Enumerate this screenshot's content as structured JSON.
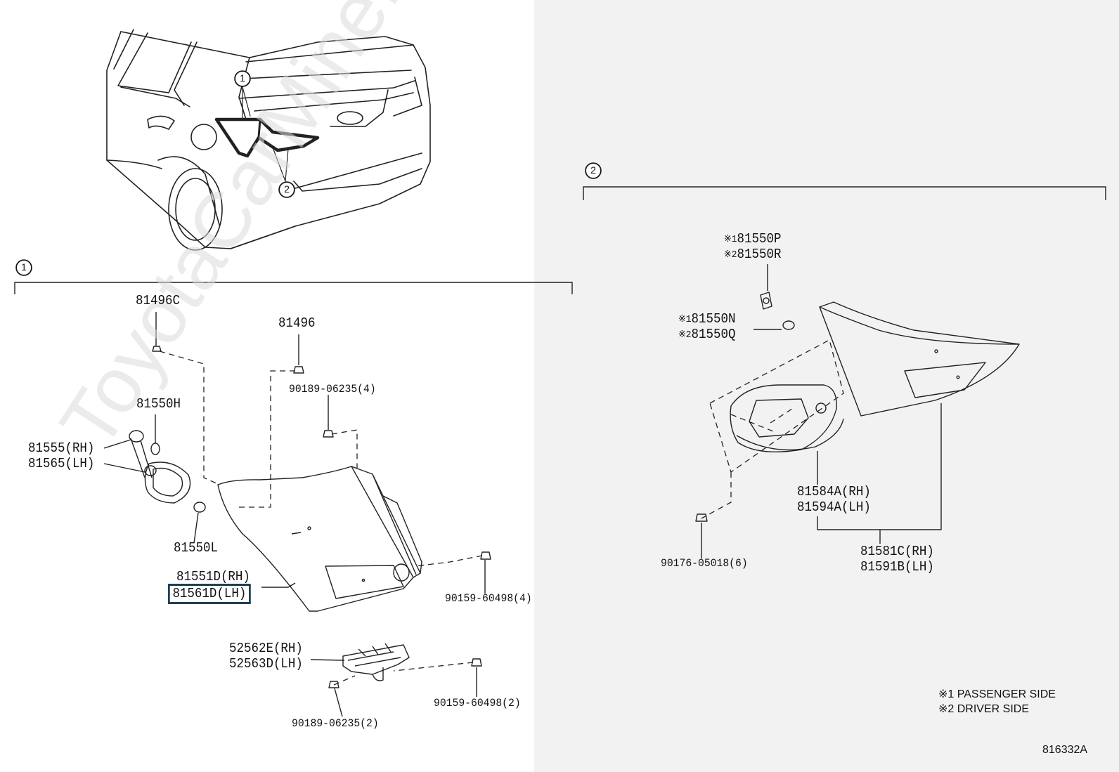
{
  "watermark": "ToyotaCarMine.ru",
  "colors": {
    "right_panel_bg": "#f2f2f2",
    "line": "#222222",
    "highlight_box": "#1f3f52"
  },
  "callouts": {
    "c1": "1",
    "c2": "2"
  },
  "section1": {
    "marker": "1",
    "labels": {
      "p81496C": "81496C",
      "p81496": "81496",
      "p90189_06235_4": "90189-06235(4)",
      "p81550H": "81550H",
      "p81555_rh": "81555(RH)",
      "p81565_lh": "81565(LH)",
      "p81550L": "81550L",
      "p81551D_rh": "81551D(RH)",
      "p81561D_lh": "81561D(LH)",
      "p90159_60498_4": "90159-60498(4)",
      "p52562E_rh": "52562E(RH)",
      "p52563D_lh": "52563D(LH)",
      "p90159_60498_2": "90159-60498(2)",
      "p90189_06235_2": "90189-06235(2)"
    }
  },
  "section2": {
    "marker": "2",
    "labels": {
      "mark1": "※1",
      "mark2": "※2",
      "p81550P": "81550P",
      "p81550R": "81550R",
      "p81550N": "81550N",
      "p81550Q": "81550Q",
      "p81584A_rh": "81584A(RH)",
      "p81594A_lh": "81594A(LH)",
      "p81581C_rh": "81581C(RH)",
      "p81591B_lh": "81591B(LH)",
      "p90176_05018_6": "90176-05018(6)"
    }
  },
  "notes": {
    "note1": "※1 PASSENGER SIDE",
    "note2": "※2 DRIVER SIDE"
  },
  "diagram_code": "816332A"
}
